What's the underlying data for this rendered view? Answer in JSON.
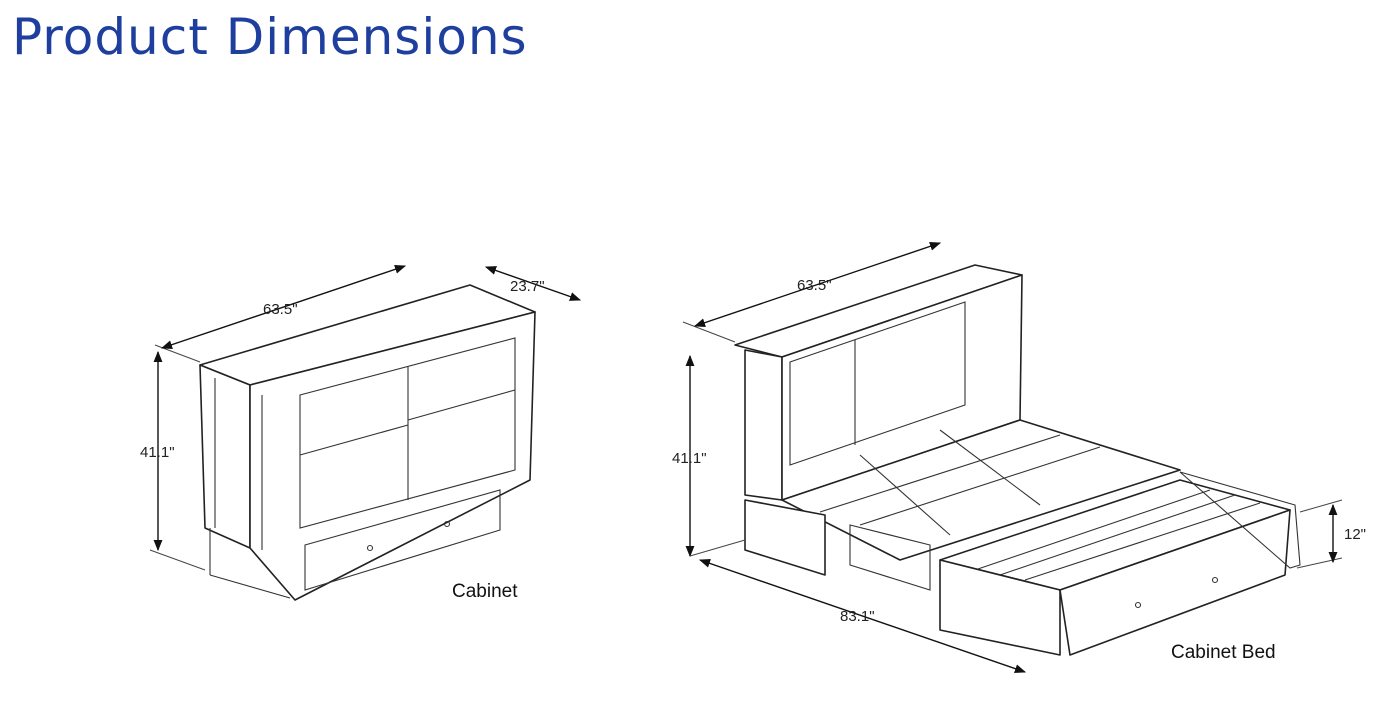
{
  "title": "Product Dimensions",
  "cabinet": {
    "caption": "Cabinet",
    "width": "63.5\"",
    "depth": "23.7\"",
    "height": "41.1\""
  },
  "cabinet_bed": {
    "caption": "Cabinet Bed",
    "width": "63.5\"",
    "height": "41.1\"",
    "length": "83.1\"",
    "mattress_height": "12\""
  }
}
